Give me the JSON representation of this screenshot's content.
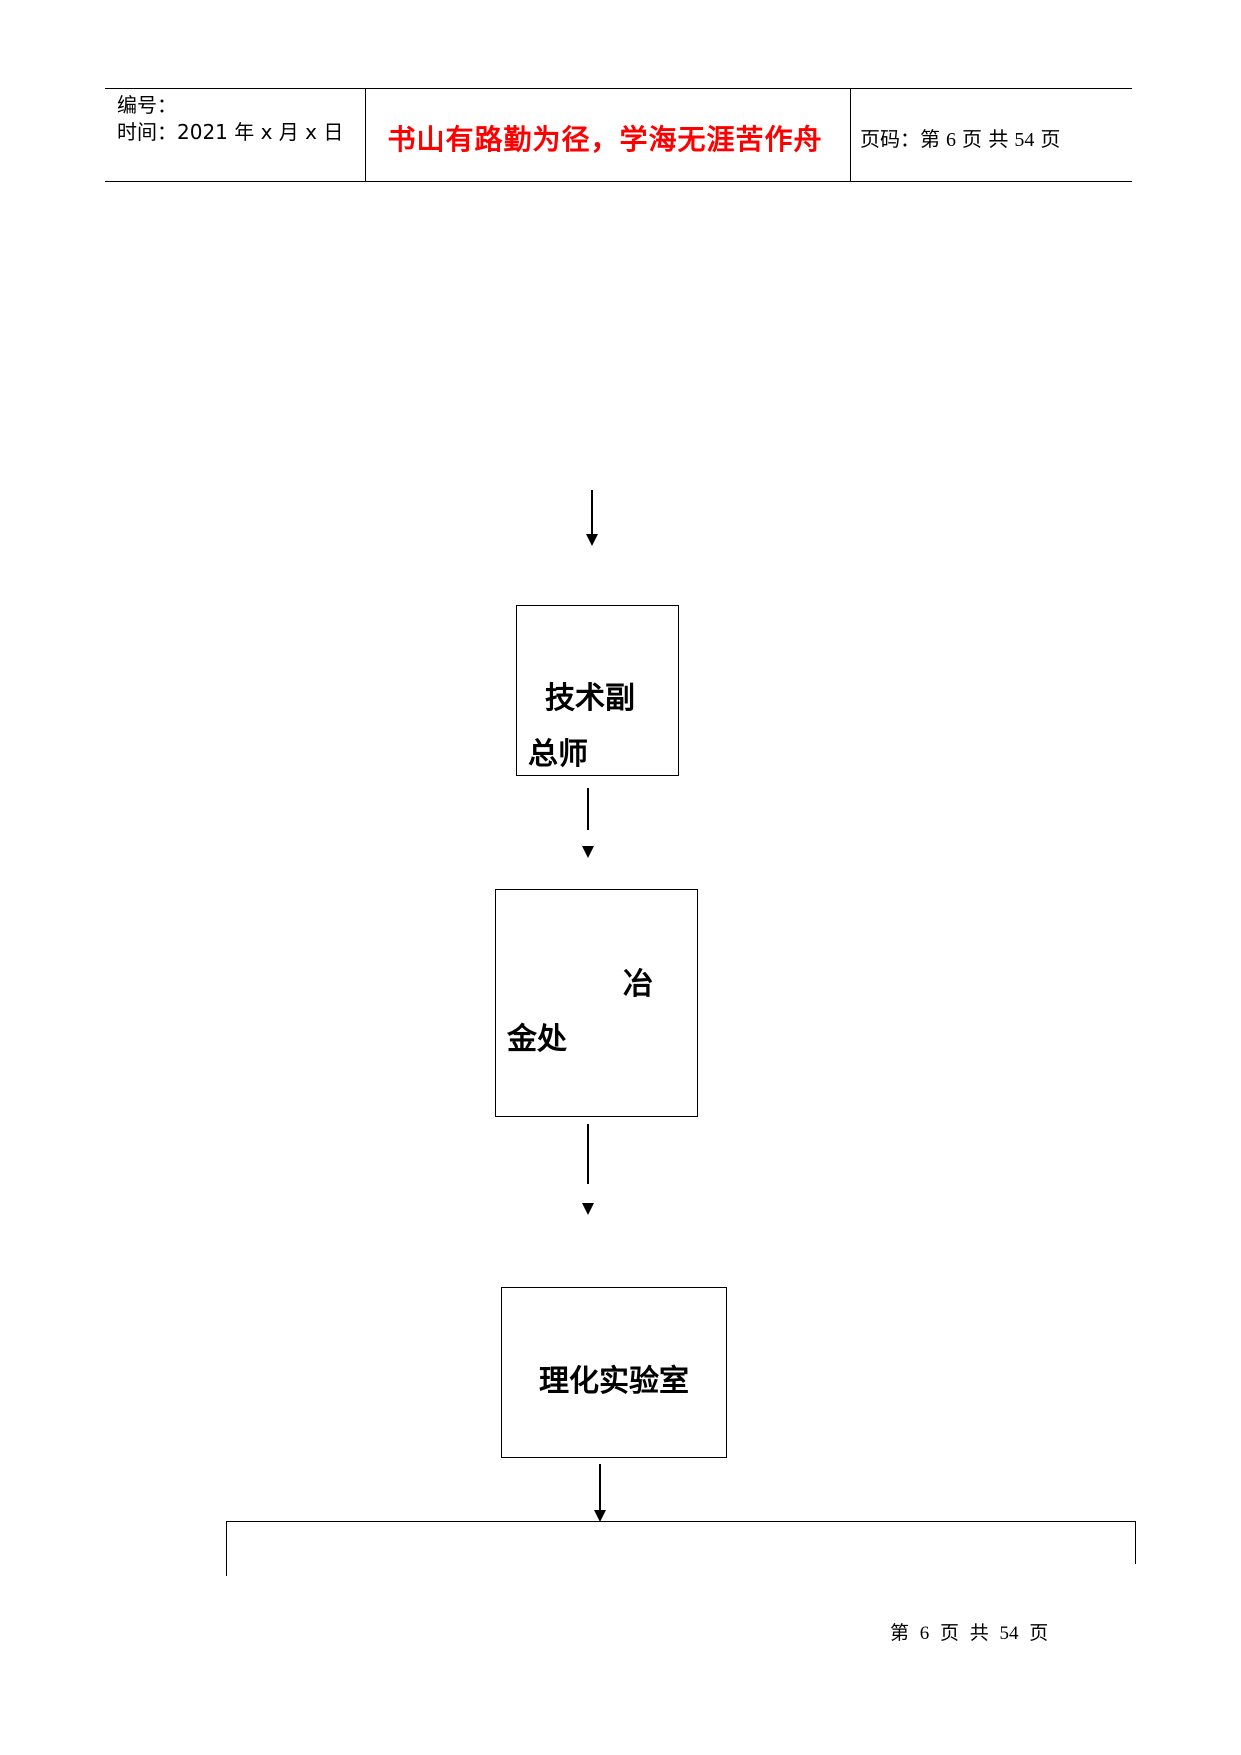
{
  "header": {
    "number_label": "编号：",
    "time_label": "时间：2021 年 x 月 x 日",
    "motto": "书山有路勤为径，学海无涯苦作舟",
    "page_prefix": "页码：第",
    "page_current": "6",
    "page_mid": "页  共",
    "page_total": "54",
    "page_suffix": "页"
  },
  "flow": {
    "box1_line1": "技术副",
    "box1_line2": "总师",
    "box2_line1": "冶",
    "box2_line2": "金处",
    "box3_label": "理化实验室"
  },
  "footer": {
    "text": "第 6 页 共 54 页"
  }
}
